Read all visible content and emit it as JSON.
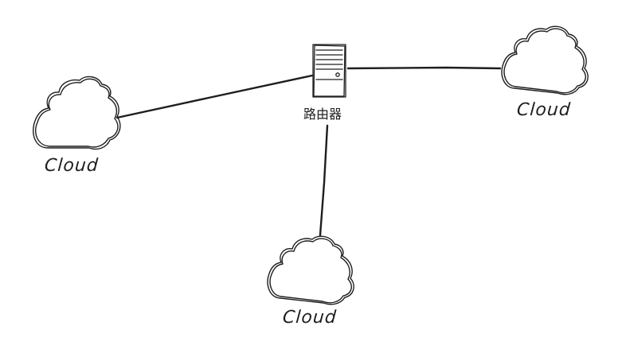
{
  "diagram": {
    "stroke_color": "#1e1e1e",
    "nodes": {
      "router": {
        "label": "路由器",
        "icon": "server-icon"
      },
      "cloud_left": {
        "label": "Cloud",
        "icon": "cloud-icon"
      },
      "cloud_right": {
        "label": "Cloud",
        "icon": "cloud-icon"
      },
      "cloud_bottom": {
        "label": "Cloud",
        "icon": "cloud-icon"
      }
    },
    "connections": [
      {
        "from": "router",
        "to": "cloud_left"
      },
      {
        "from": "router",
        "to": "cloud_right"
      },
      {
        "from": "router",
        "to": "cloud_bottom"
      }
    ]
  }
}
